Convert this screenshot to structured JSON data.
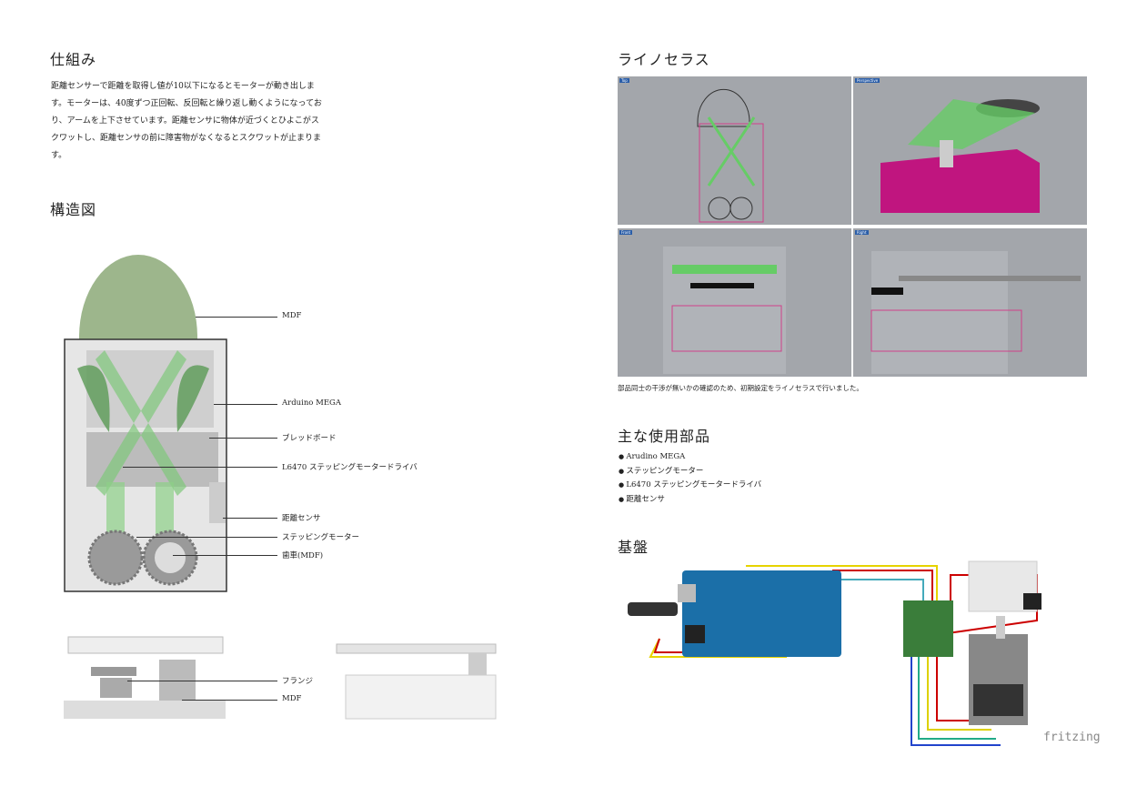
{
  "left": {
    "mechanism_title": "仕組み",
    "mechanism_text": "距離センサーで距離を取得し値が10以下になるとモーターが動き出します。モーターは、40度ずつ正回転、反回転と繰り返し動くようになっており、アームを上下させています。距離センサに物体が近づくとひよこがスクワットし、距離センサの前に障害物がなくなるとスクワットが止まります。",
    "structure_title": "構造図",
    "labels": [
      "MDF",
      "Arduino MEGA",
      "ブレッドボード",
      "L6470 ステッピングモータードライバ",
      "距離センサ",
      "ステッピングモーター",
      "歯車(MDF)"
    ],
    "side_labels": [
      "フランジ",
      "MDF"
    ]
  },
  "right": {
    "rhino_title": "ライノセラス",
    "viewports": [
      "Top",
      "Perspective",
      "Front",
      "Right"
    ],
    "rhino_caption": "部品同士の干渉が無いかの確認のため、初期設定をライノセラスで行いました。",
    "parts_title": "主な使用部品",
    "parts": [
      "Arudino MEGA",
      "ステッピングモーター",
      "L6470 ステッピングモータードライバ",
      "距離センサ"
    ],
    "board_title": "基盤",
    "fritzing_logo": "fritzing"
  },
  "colors": {
    "green": "#6db86a",
    "magenta": "#c0157f",
    "arduino": "#1b6fa8",
    "viewport": "#a3a6ab"
  }
}
